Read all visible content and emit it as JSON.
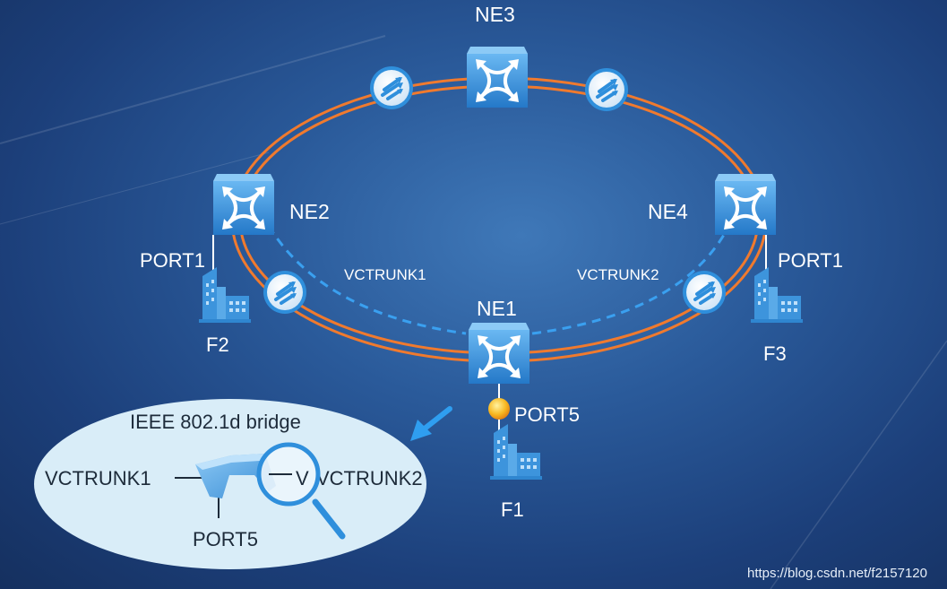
{
  "nodes": {
    "ne1": "NE1",
    "ne2": "NE2",
    "ne3": "NE3",
    "ne4": "NE4"
  },
  "links": {
    "vctrunk1": "VCTRUNK1",
    "vctrunk2": "VCTRUNK2"
  },
  "ports": {
    "ne2_port": "PORT1",
    "ne4_port": "PORT1",
    "ne1_port": "PORT5"
  },
  "sites": {
    "f1": "F1",
    "f2": "F2",
    "f3": "F3"
  },
  "callout": {
    "title": "IEEE 802.1d bridge",
    "left_label": "VCTRUNK1",
    "right_label": "VCTRUNK2",
    "bottom_label": "PORT5",
    "lens_letter": "V"
  },
  "watermark": "https://blog.csdn.net/f2157120",
  "colors": {
    "ring": "#f07a2e",
    "node": "#2f8fdc",
    "vctrunk_dash": "#3aa0f0",
    "callout_bg": "#d9edf8"
  }
}
